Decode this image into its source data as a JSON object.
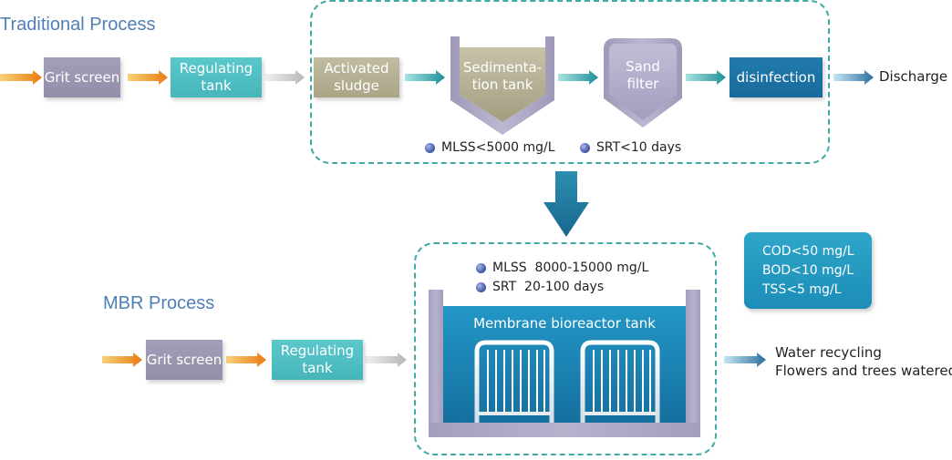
{
  "traditional": {
    "title": "Traditional Process",
    "grit_screen": "Grit screen",
    "regulating_tank": [
      "Regulating",
      "tank"
    ],
    "activated_sludge": [
      "Activated",
      "sludge"
    ],
    "sedimentation_tank": [
      "Sedimenta-",
      "tion tank"
    ],
    "sand_filter": [
      "Sand",
      "filter"
    ],
    "disinfection": "disinfection",
    "discharge": "Discharge",
    "params": [
      "MLSS<5000 mg/L",
      "SRT<10 days"
    ]
  },
  "mbr": {
    "title": "MBR Process",
    "grit_screen": "Grit screen",
    "regulating_tank": [
      "Regulating",
      "tank"
    ],
    "params": [
      "MLSS  8000-15000 mg/L",
      "SRT  20-100 days"
    ],
    "tank_label": "Membrane bioreactor tank",
    "outputs": [
      "Water recycling",
      "Flowers and trees watered"
    ],
    "quality": [
      "COD<50 mg/L",
      "BOD<10 mg/L",
      "TSS<5 mg/L"
    ]
  },
  "colors": {
    "title": "#4f7fb5",
    "dashed_border": "#3faaa3",
    "grey_box": "#9b96b0",
    "teal_box": "#4fbfc3",
    "olive_box": "#b5b094",
    "navy_box": "#1d70a2",
    "water": "#1f8bbd"
  },
  "icons": {
    "orange_arrow": "gradient-arrow-orange",
    "grey_arrow": "gradient-arrow-grey",
    "teal_arrow": "gradient-arrow-teal",
    "down_arrow": "block-arrow-down",
    "membrane": "membrane-module"
  }
}
